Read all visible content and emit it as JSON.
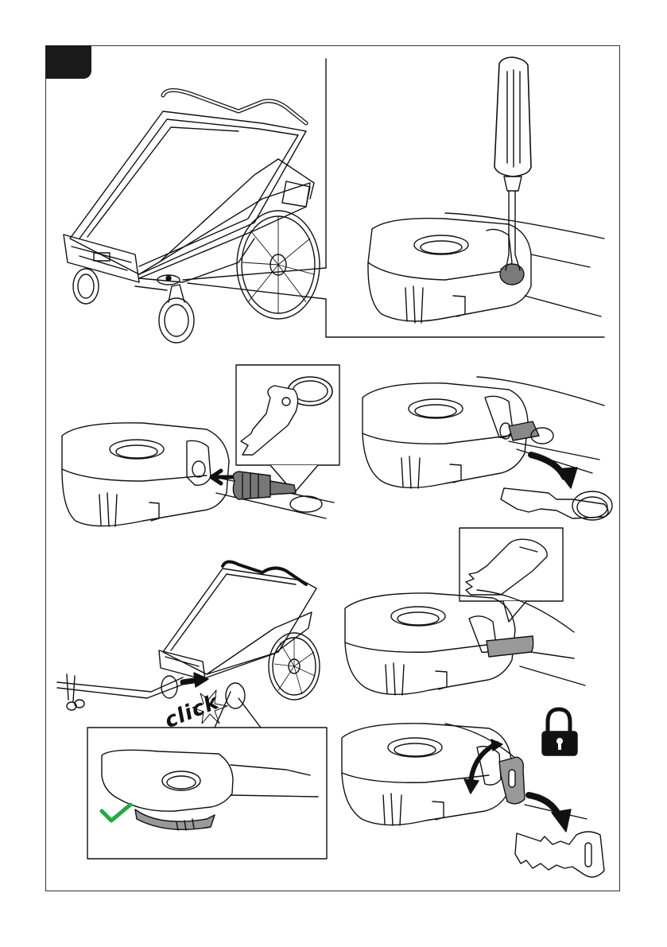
{
  "page": {
    "step_tab": "",
    "click_label": "click",
    "colors": {
      "line": "#111111",
      "tab": "#1a1a1a",
      "key_gray": "#9a9a9a",
      "check_green": "#22aa44"
    }
  },
  "panels": [
    {
      "name": "stroller-overview"
    },
    {
      "name": "remove-plug-with-screwdriver"
    },
    {
      "name": "insert-lock-cylinder"
    },
    {
      "name": "remove-installation-key"
    },
    {
      "name": "attach-bike-arm-click"
    },
    {
      "name": "insert-lock-key"
    },
    {
      "name": "turn-key-to-lock"
    }
  ],
  "icons": [
    "screwdriver-icon",
    "key-icon",
    "padlock-icon",
    "checkmark-icon",
    "arrow-icon"
  ]
}
